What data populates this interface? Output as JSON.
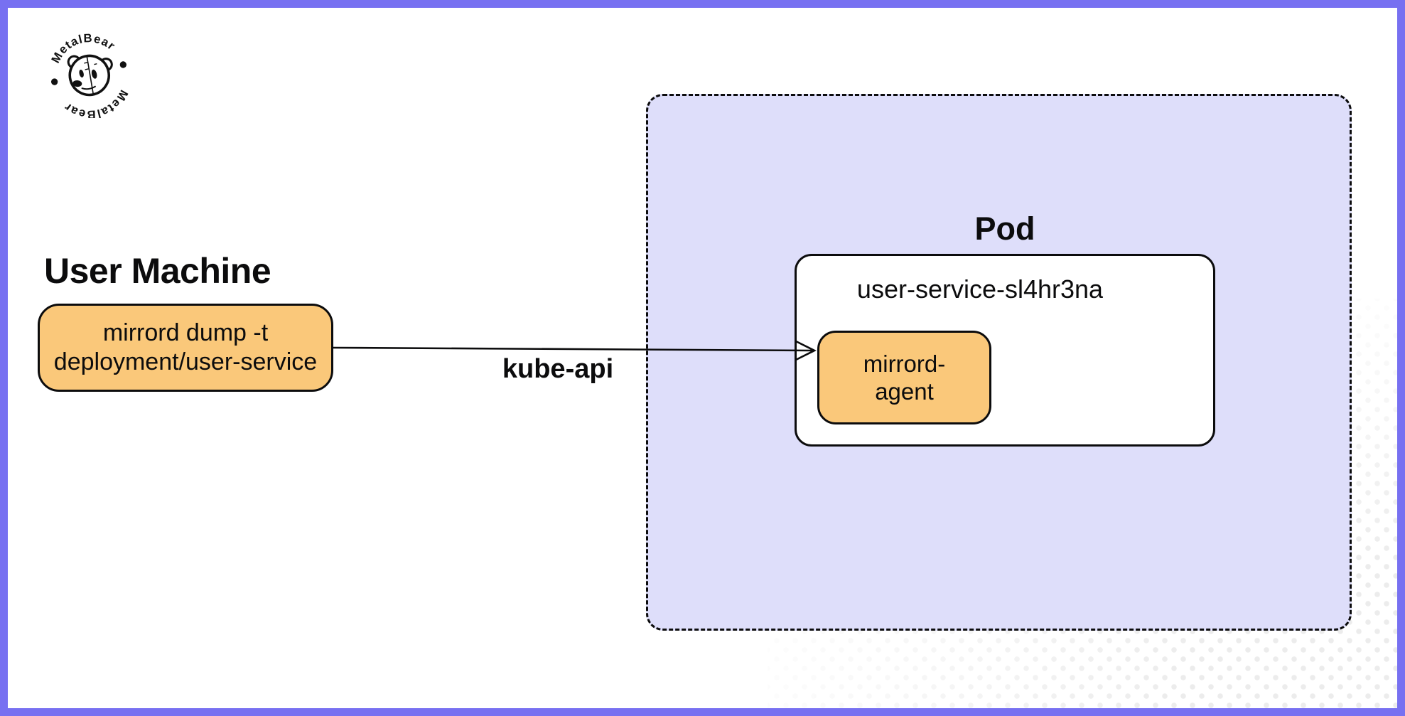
{
  "logo": {
    "brand_top": "MetalBear",
    "brand_bottom": "MetalBear"
  },
  "user_machine": {
    "title": "User Machine",
    "command_lines": [
      "mirrord dump -t",
      "deployment/user-service"
    ]
  },
  "connection": {
    "label": "kube-api"
  },
  "cluster": {
    "pod_title": "Pod",
    "pod_name": "user-service-sl4hr3na",
    "agent_lines": [
      "mirrord-",
      "agent"
    ]
  },
  "colors": {
    "accent": "#7770f1",
    "panel": "#dedefa",
    "box-orange": "#fac87a",
    "ink": "#0c0c0d",
    "dot": "#ececec"
  }
}
